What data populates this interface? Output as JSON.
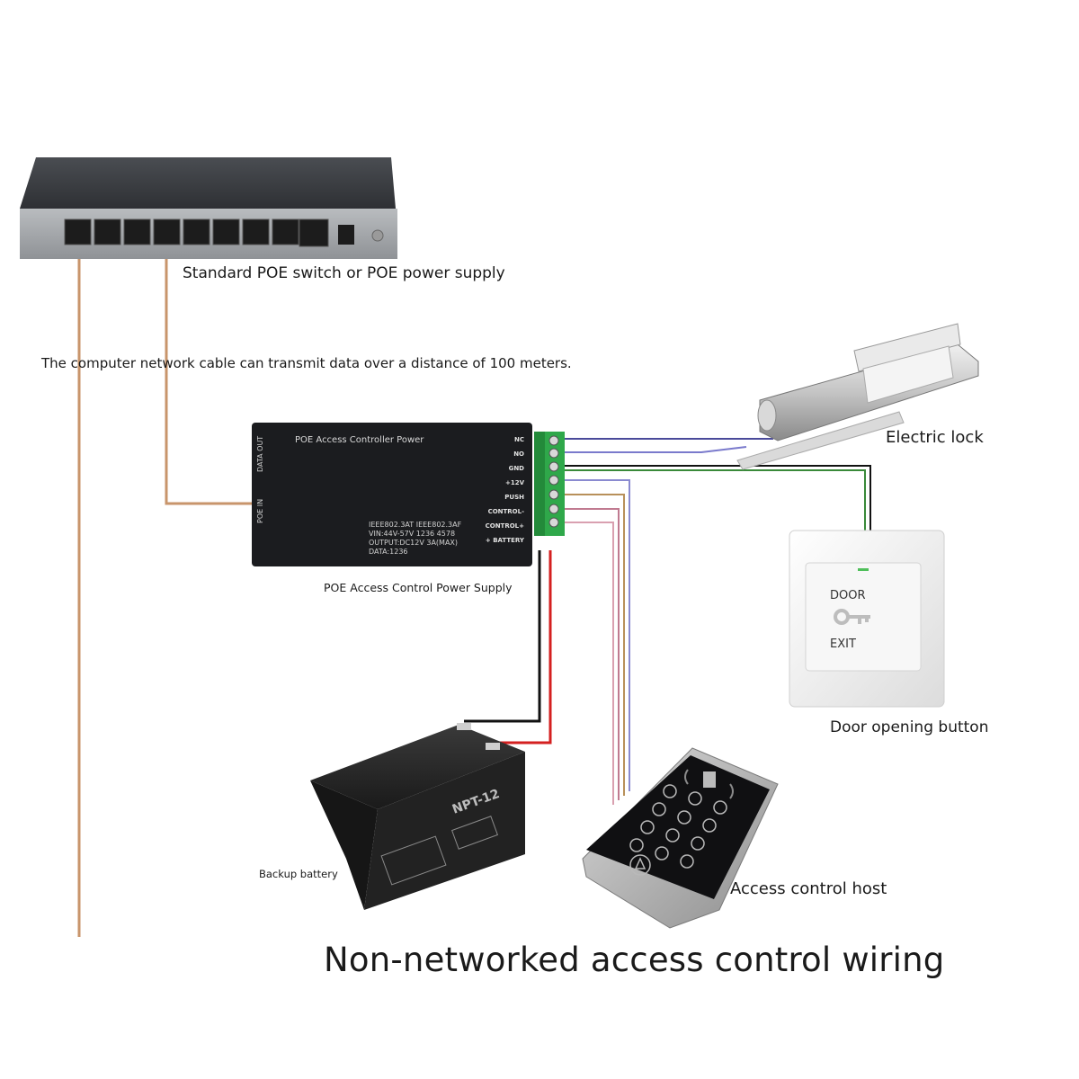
{
  "labels": {
    "switch": "Standard POE switch or POE power supply",
    "cable": "The computer network cable can transmit data over a distance of 100 meters.",
    "psu": "POE Access Control Power Supply",
    "lock": "Electric lock",
    "button": "Door opening button",
    "battery": "Backup battery",
    "host": "Access control host",
    "title": "Non-networked access control wiring"
  },
  "psu_device": {
    "name": "POE Access Controller Power",
    "data_out": "DATA OUT",
    "poe_in": "POE IN",
    "spec_lines": [
      "IEEE802.3AT IEEE802.3AF",
      "VIN:44V-57V    1236 4578",
      "OUTPUT:DC12V  3A(MAX)",
      "DATA:1236"
    ],
    "terminals": [
      "NC",
      "NO",
      "GND",
      "+12V",
      "PUSH",
      "CONTROL-",
      "CONTROL+",
      "+ BATTERY"
    ]
  },
  "exit_button": {
    "top_text": "DOOR",
    "bottom_text": "EXIT"
  },
  "battery_device": {
    "model": "NPT-12"
  },
  "colors": {
    "network_cable": "#c8956b",
    "battery_positive": "#d42020",
    "battery_negative": "#111111",
    "lock_wire": "#4a4a9a",
    "button_wire": "#3a8a3a",
    "host_wires": [
      "#d9a0b0",
      "#c07a90",
      "#b8905a",
      "#8a8ad0"
    ],
    "terminal_block": "#2fa84a"
  },
  "icons": [
    "key-icon",
    "rfid-icon",
    "bell-icon"
  ]
}
